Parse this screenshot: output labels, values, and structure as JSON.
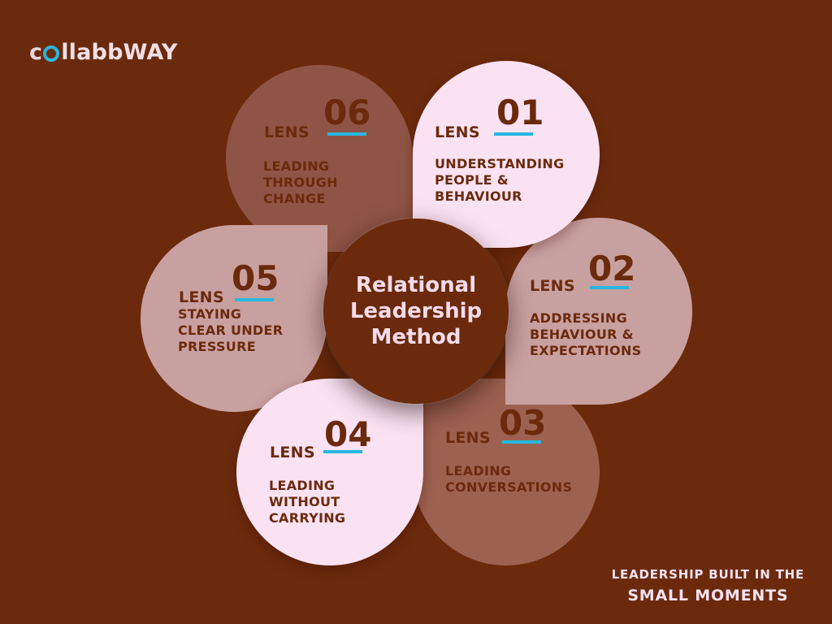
{
  "logo": {
    "text_before": "c",
    "text_after": "llabbWAY"
  },
  "center": {
    "title": "Relational Leadership Method"
  },
  "lens_label": "LENS",
  "lenses": [
    {
      "number": "01",
      "title": "UNDERSTANDING PEOPLE & BEHAVIOUR"
    },
    {
      "number": "02",
      "title": "ADDRESSING BEHAVIOUR & EXPECTATIONS"
    },
    {
      "number": "03",
      "title": "LEADING CONVERSATIONS"
    },
    {
      "number": "04",
      "title": "LEADING WITHOUT CARRYING"
    },
    {
      "number": "05",
      "title": "STAYING CLEAR UNDER PRESSURE"
    },
    {
      "number": "06",
      "title": "LEADING THROUGH CHANGE"
    }
  ],
  "tagline": {
    "line1": "LEADERSHIP BUILT IN THE",
    "line2": "SMALL MOMENTS"
  },
  "colors": {
    "background": "#6b2a0c",
    "petal_light": "#fbe2f3",
    "petal_mid": "#c9a0a0",
    "petal_dark": "#9d6150",
    "accent": "#26b8e0",
    "text_dark": "#6b2a0c"
  }
}
